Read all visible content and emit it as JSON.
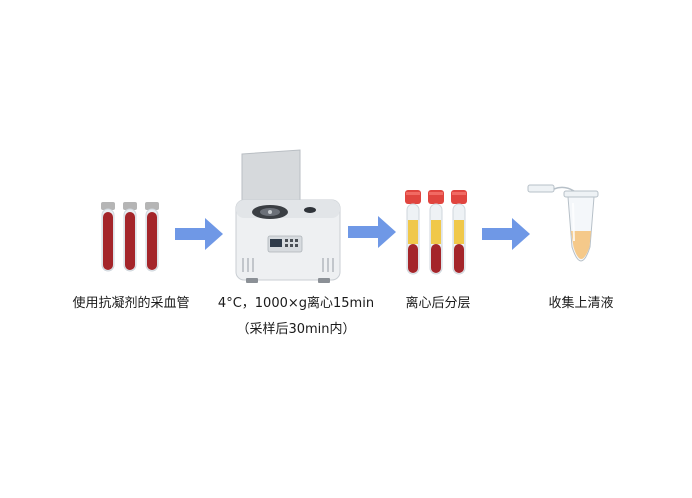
{
  "steps": [
    {
      "label": "使用抗凝剂的采血管"
    },
    {
      "label": "4°C，1000×g离心15min",
      "sublabel": "（采样后30min内）"
    },
    {
      "label": "离心后分层"
    },
    {
      "label": "收集上清液"
    }
  ],
  "colors": {
    "arrow": "#6f98e6",
    "blood": "#a4252a",
    "plasma": "#f0c84a",
    "cap_red": "#e0453f",
    "tube_tip_liquid": "#f5c98a"
  },
  "icons": [
    "blood-tube-icon",
    "centrifuge-icon",
    "separated-tube-icon",
    "microtube-icon",
    "right-arrow-icon"
  ]
}
